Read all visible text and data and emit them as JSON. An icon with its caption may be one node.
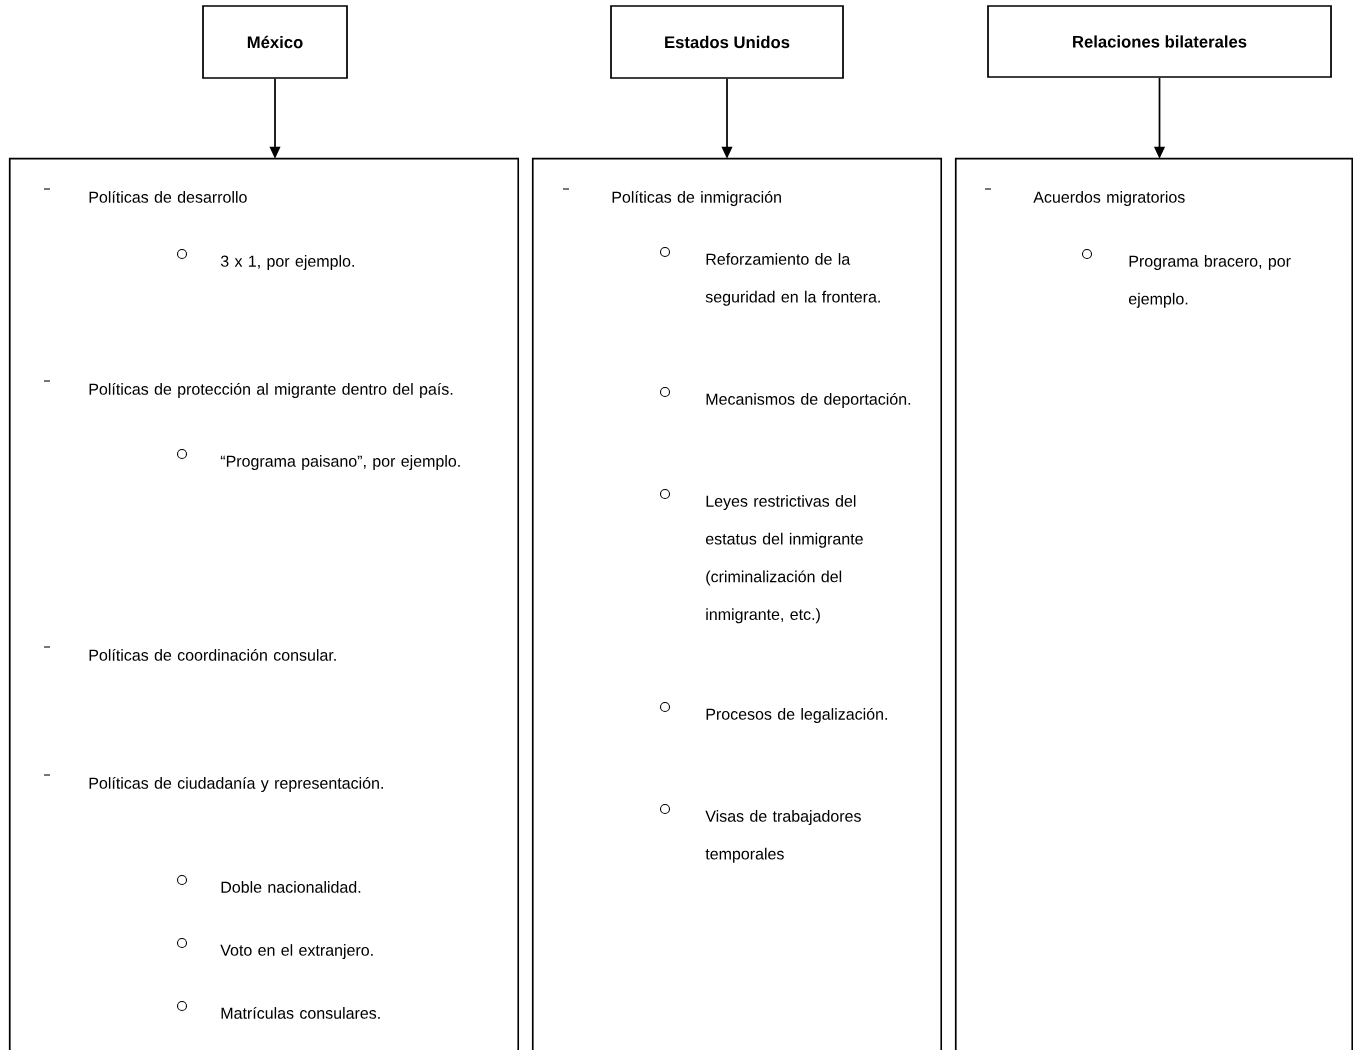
{
  "diagram": {
    "nodes": [
      {
        "text": [
          "México"
        ]
      },
      {
        "text": [
          "Estados Unidos"
        ]
      },
      {
        "text": [
          "Relaciones bilaterales"
        ]
      },
      {
        "text": [
          "Políticas de desarrollo",
          "3 x 1, por ejemplo.",
          "Políticas de protección al migrante dentro del país.",
          "“Programa paisano”, por ejemplo.",
          "Políticas de coordinación consular.",
          "Políticas de ciudadanía y representación.",
          "Doble nacionalidad.",
          "Voto en el extranjero.",
          "Matrículas consulares."
        ]
      },
      {
        "text": [
          "Políticas de inmigración",
          "Reforzamiento de la seguridad en la frontera.",
          "Mecanismos de deportación.",
          "Leyes restrictivas del estatus del inmigrante (criminalización del inmigrante, etc.)",
          "Procesos de legalización.",
          "Visas de trabajadores temporales"
        ]
      },
      {
        "text": [
          "Acuerdos migratorios",
          "Programa bracero, por ejemplo."
        ]
      }
    ],
    "edges": [
      {
        "from": 0,
        "to": 3,
        "arrow": "to"
      },
      {
        "from": 1,
        "to": 4,
        "arrow": "to"
      },
      {
        "from": 2,
        "to": 5,
        "arrow": "to"
      }
    ]
  }
}
